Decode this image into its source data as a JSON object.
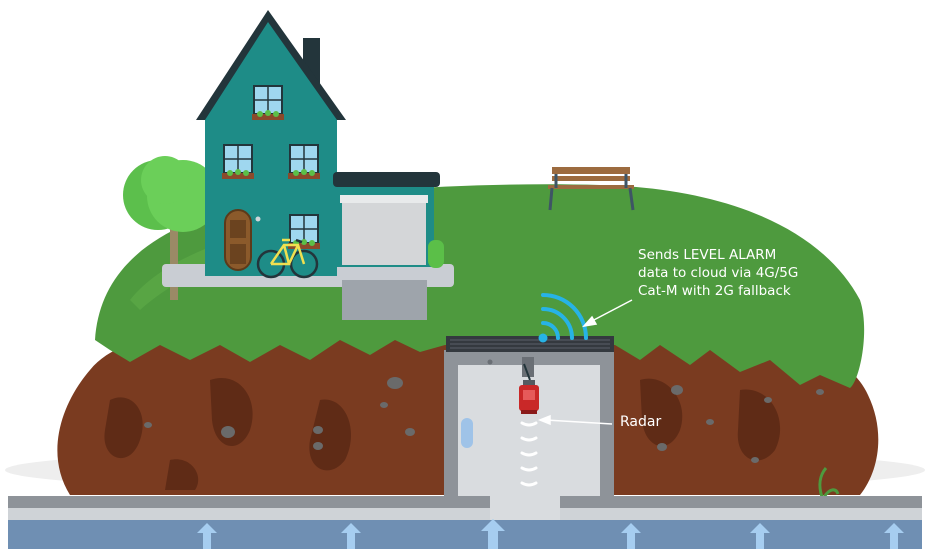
{
  "labels": {
    "cloud_line1": "Sends LEVEL ALARM",
    "cloud_line2": "data to cloud via 4G/5G",
    "cloud_line3": "Cat-M with 2G fallback",
    "radar": "Radar"
  },
  "colors": {
    "grass": "#4e9a3e",
    "soil": "#7a3b20",
    "house": "#1e8c87",
    "roof": "#23353b",
    "chamber": "#d9dcdf",
    "water": "#6f8fb3",
    "signal": "#27b3e6",
    "sensor": "#c92828"
  },
  "icons": [
    "house-icon",
    "tree-icon",
    "bicycle-icon",
    "bench-icon",
    "wifi-signal-icon",
    "radar-sensor-icon",
    "arrow-up-icon"
  ]
}
